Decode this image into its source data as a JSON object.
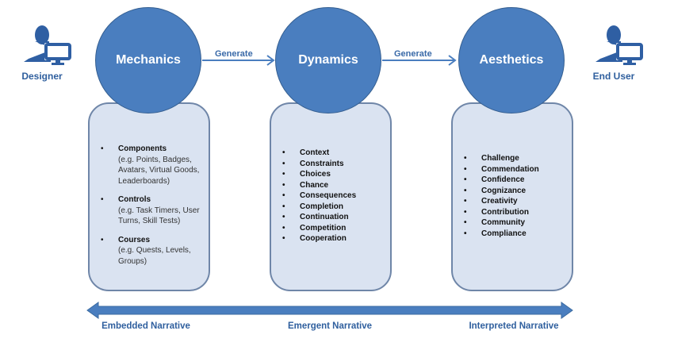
{
  "actors": {
    "designer": {
      "label": "Designer",
      "icon": "person-computer-icon"
    },
    "end_user": {
      "label": "End User",
      "icon": "person-computer-icon"
    }
  },
  "arrows": {
    "generate_1": "Generate",
    "generate_2": "Generate"
  },
  "columns": [
    {
      "title": "Mechanics",
      "items": [
        {
          "name": "Components",
          "detail": "(e.g. Points, Badges, Avatars, Virtual Goods, Leaderboards)"
        },
        {
          "name": "Controls",
          "detail": "(e.g. Task Timers, User Turns, Skill Tests)"
        },
        {
          "name": "Courses",
          "detail": "(e.g. Quests, Levels, Groups)"
        }
      ]
    },
    {
      "title": "Dynamics",
      "items": [
        "Context",
        "Constraints",
        "Choices",
        "Chance",
        "Consequences",
        "Completion",
        "Continuation",
        "Competition",
        "Cooperation"
      ]
    },
    {
      "title": "Aesthetics",
      "items": [
        "Challenge",
        "Commendation",
        "Confidence",
        "Cognizance",
        "Creativity",
        "Contribution",
        "Community",
        "Compliance"
      ]
    }
  ],
  "narratives": {
    "left": "Embedded Narrative",
    "center": "Emergent Narrative",
    "right": "Interpreted Narrative"
  },
  "colors": {
    "primary": "#4a7ebf",
    "box_fill": "#dae3f1",
    "label": "#2f5f9e"
  }
}
